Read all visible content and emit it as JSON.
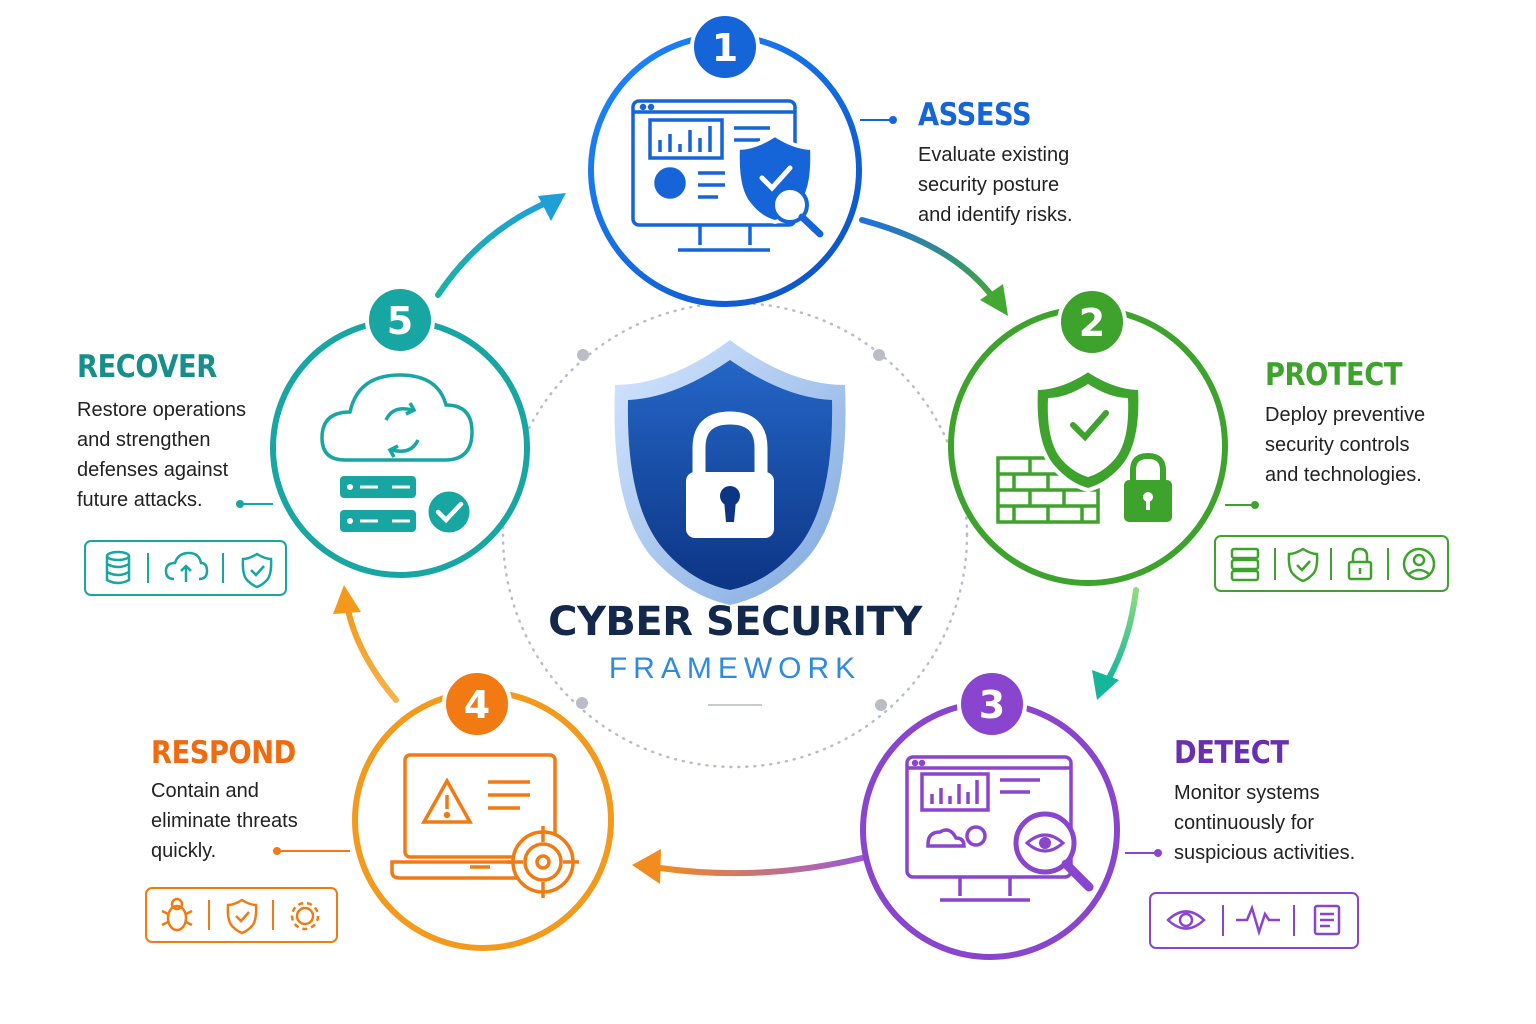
{
  "center": {
    "title": "CYBER SECURITY",
    "subtitle": "FRAMEWORK"
  },
  "colors": {
    "assess": "#1565d8",
    "protect": "#3ea32c",
    "detect": "#8a45cf",
    "respond": "#f27a12",
    "recover": "#17a6a2",
    "navy": "#14284b"
  },
  "steps": [
    {
      "number": "1",
      "title": "ASSESS",
      "description": [
        "Evaluate existing",
        "security posture",
        "and identify risks."
      ],
      "main_icon": "monitor-with-shield-magnifier-icon",
      "tool_icons": []
    },
    {
      "number": "2",
      "title": "PROTECT",
      "description": [
        "Deploy preventive",
        "security controls",
        "and technologies."
      ],
      "main_icon": "shield-firewall-lock-icon",
      "tool_icons": [
        "server-icon",
        "shield-check-icon",
        "lock-icon",
        "user-icon"
      ]
    },
    {
      "number": "3",
      "title": "DETECT",
      "description": [
        "Monitor systems",
        "continuously for",
        "suspicious activities."
      ],
      "main_icon": "monitor-with-eye-magnifier-icon",
      "tool_icons": [
        "eye-icon",
        "pulse-icon",
        "log-icon"
      ]
    },
    {
      "number": "4",
      "title": "RESPOND",
      "description": [
        "Contain and",
        "eliminate threats",
        "quickly."
      ],
      "main_icon": "laptop-alert-target-icon",
      "tool_icons": [
        "bug-icon",
        "shield-check-icon",
        "gear-icon"
      ]
    },
    {
      "number": "5",
      "title": "RECOVER",
      "description": [
        "Restore operations",
        "and strengthen",
        "defenses against",
        "future attacks."
      ],
      "main_icon": "cloud-sync-servers-icon",
      "tool_icons": [
        "database-icon",
        "cloud-upload-icon",
        "shield-check-icon"
      ]
    }
  ]
}
